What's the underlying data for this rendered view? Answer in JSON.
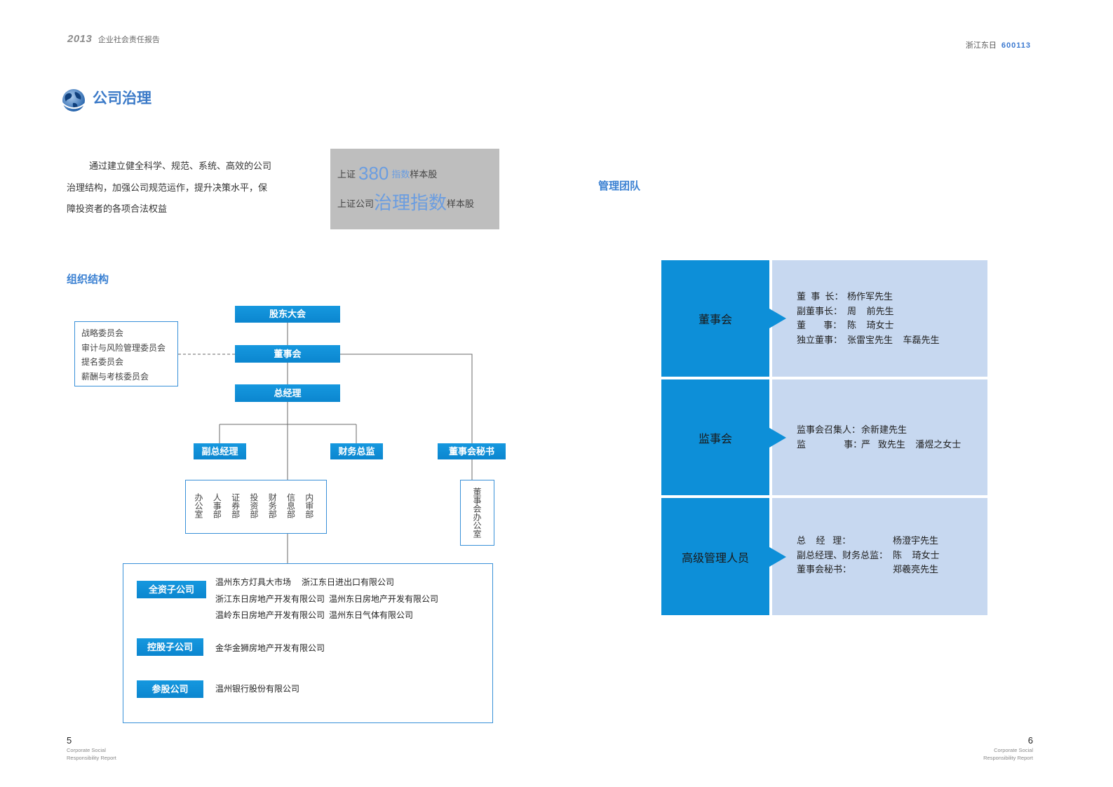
{
  "header": {
    "year": "2013",
    "report_title": "企业社会责任报告",
    "company": "浙江东日",
    "stock_code": "600113"
  },
  "section": {
    "title": "公司治理",
    "icon": "globe-icon",
    "intro": [
      "通过建立健全科学、规范、系统、高效的公司",
      "治理结构，加强公司规范运作，提升决策水平，保",
      "障投资者的各项合法权益"
    ]
  },
  "highlight": {
    "line1": {
      "prefix": "上证",
      "number": "380",
      "index": "指数",
      "suffix": "样本股"
    },
    "line2": {
      "prefix": "上证公司",
      "index": "治理指数",
      "suffix": "样本股"
    }
  },
  "org_chart": {
    "title": "组织结构",
    "shareholders_meeting": "股东大会",
    "board": "董事会",
    "general_manager": "总经理",
    "committees": [
      "战略委员会",
      "审计与风险管理委员会",
      "提名委员会",
      "薪酬与考核委员会"
    ],
    "deputy_gm": "副总经理",
    "cfo": "财务总监",
    "board_secretary": "董事会秘书",
    "departments": [
      "办公室",
      "人事部",
      "证券部",
      "投资部",
      "财务部",
      "信息部",
      "内审部"
    ],
    "board_office": "董事会办公室",
    "subsidiaries": [
      {
        "label": "全资子公司",
        "rows": [
          [
            "温州东方灯具大市场",
            "浙江东日进出口有限公司"
          ],
          [
            "浙江东日房地产开发有限公司",
            "温州东日房地产开发有限公司"
          ],
          [
            "温岭东日房地产开发有限公司",
            "温州东日气体有限公司"
          ]
        ]
      },
      {
        "label": "控股子公司",
        "rows": [
          [
            "金华金狮房地产开发有限公司"
          ]
        ]
      },
      {
        "label": "参股公司",
        "rows": [
          [
            "温州银行股份有限公司"
          ]
        ]
      }
    ]
  },
  "management": {
    "title": "管理团队",
    "groups": [
      {
        "name": "董事会",
        "members": [
          {
            "role": "董  事  长：",
            "person": "杨作军先生"
          },
          {
            "role": "副董事长：",
            "person": "周    前先生"
          },
          {
            "role": "董       事：",
            "person": "陈    琦女士"
          },
          {
            "role": "独立董事：",
            "person": "张雷宝先生    车磊先生"
          }
        ]
      },
      {
        "name": "监事会",
        "members": [
          {
            "role": "监事会召集人：",
            "person": "余新建先生"
          },
          {
            "role": "监               事：",
            "person": "严   致先生    潘煜之女士"
          }
        ]
      },
      {
        "name": "高级管理人员",
        "members": [
          {
            "role": "总    经   理：",
            "person": "杨澄宇先生"
          },
          {
            "role": "副总经理、财务总监：",
            "person": "陈    琦女士"
          },
          {
            "role": "董事会秘书：",
            "person": "郑羲亮先生"
          }
        ]
      }
    ]
  },
  "footer": {
    "left": {
      "page": "5",
      "line1": "Corporate Social",
      "line2": "Responsibility Report"
    },
    "right": {
      "page": "6",
      "line1": "Corporate Social",
      "line2": "Responsibility Report"
    }
  },
  "theme": {
    "primary_blue": "#0d8fd8",
    "light_blue": "#c7d8f0",
    "heading_blue": "#3b7ac8",
    "highlight_gray": "#bebebe",
    "highlight_blue": "#6b9de0"
  }
}
